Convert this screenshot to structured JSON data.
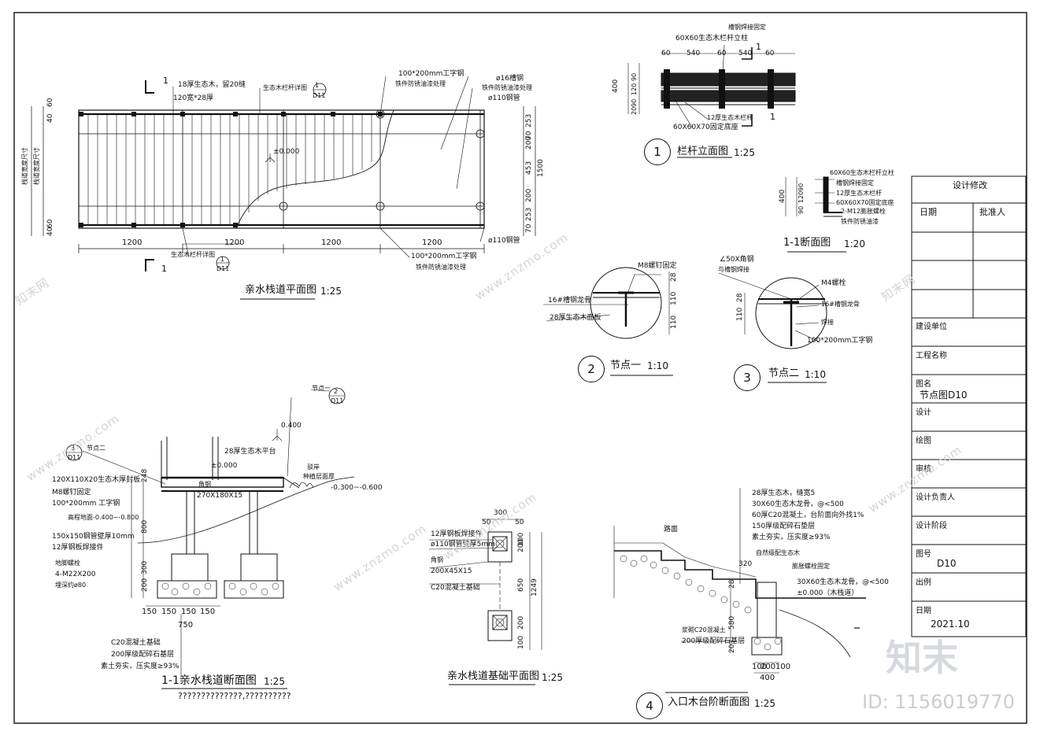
{
  "views": {
    "plan": {
      "title": "亲水栈道平面图",
      "scale": "1:25",
      "labels": {
        "deck": "18厚生态木，留20缝",
        "keel": "120宽*28厚",
        "rail_note": "生态木栏杆详图",
        "steel_beam": "100*200mm工字钢",
        "steel_beam_note": "铁件防锈油漆处理",
        "rebar": "ø16槽钢",
        "rebar_note": "铁件防锈油漆处理",
        "pipe_top": "ø110钢管",
        "pipe_bottom": "ø110钢管",
        "rail_note2": "生态木栏杆详图",
        "steel_beam2": "100*200mm工字钢",
        "steel_beam2_note": "铁件防锈油漆处理",
        "elev": "±0.000",
        "side_a": "栈道宽度尺寸",
        "side_b": "栈道宽度尺寸"
      },
      "dims_bottom": [
        "1200",
        "1200",
        "1200",
        "1200"
      ],
      "dims_left": [
        "60",
        "40",
        "40",
        "60"
      ],
      "dims_right": [
        "253",
        "70",
        "200",
        "453",
        "200",
        "253",
        "70"
      ],
      "dim_right_total": "1500",
      "section_mark": "1",
      "callout_sheet": "D11",
      "callout_num": "1"
    },
    "rail": {
      "num": "1",
      "title": "栏杆立面图",
      "scale": "1:25",
      "labels": {
        "top1": "槽钢焊接固定",
        "top2": "60X60生态木栏杆立柱",
        "bottom1": "12厚生态木栏杆",
        "bottom2": "60X60X70固定底座"
      },
      "dims_top": [
        "60",
        "540",
        "60",
        "540",
        "60"
      ],
      "dims_left": [
        "400",
        "90",
        "120",
        "90",
        "20"
      ],
      "section_mark": "1"
    },
    "sec11small": {
      "title": "1-1断面图",
      "scale": "1:20",
      "labels": [
        "60X60生态木栏杆立柱",
        "槽钢焊接固定",
        "12厚生态木栏杆",
        "60X60X70固定底座",
        "2-M12膨胀螺栓",
        "铁件防锈油漆"
      ],
      "dims": [
        "400",
        "90",
        "120",
        "90"
      ]
    },
    "node1": {
      "num": "2",
      "title": "节点一",
      "scale": "1:10",
      "labels": {
        "a": "M8螺钉固定",
        "b": "16#槽钢龙骨",
        "c": "28厚生态木面板"
      },
      "dims": [
        "28",
        "110",
        "110"
      ]
    },
    "node2": {
      "num": "3",
      "title": "节点二",
      "scale": "1:10",
      "labels": {
        "a": "∠50X角钢",
        "b": "与槽钢焊接",
        "c": "M4螺栓",
        "d": "16#槽钢龙骨",
        "e": "焊接",
        "f": "100*200mm工字钢"
      },
      "dims": [
        "28",
        "110"
      ]
    },
    "sec11": {
      "title": "1-1亲水栈道断面图",
      "scale": "1:25",
      "subtitle": "??????????????,??????????",
      "labels": {
        "node2": "节点二",
        "node1": "节点一",
        "bubble_num": "3",
        "bubble_sheet": "D11",
        "bubble2_num": "2",
        "bubble2_sheet": "D11",
        "l1": "120X110X20生态木厚封板",
        "l2": "M8螺钉固定",
        "l3": "100*200mm 工字钢",
        "l4": "高程地面-0.400~-0.800",
        "l5": "150x150钢管壁厚10mm",
        "l6": "12厚钢板焊接件",
        "l7": "地脚螺栓",
        "l8": "4-M22X200",
        "l9": "埋深约ø80",
        "l10": "28厚生态木平台",
        "l11": "±0.000",
        "l12": "角钢",
        "l13": "270X180X15",
        "l14": "驳岸",
        "l15": "种植层面厚",
        "l16": "-0.300~-0.600",
        "l17": "0.400",
        "l18": "C20混凝土基础",
        "l19": "200厚级配碎石基层",
        "l20": "素土夯实，压实度≥93%"
      },
      "dims_bottom": [
        "150",
        "150",
        "150",
        "150"
      ],
      "dim_750": "750",
      "dims_left": [
        "248",
        "800",
        "300",
        "200"
      ]
    },
    "foundation": {
      "title": "亲水栈道基础平面图",
      "scale": "1:25",
      "labels": {
        "a": "12厚钢板焊接件",
        "b": "ø110钢管壁厚5mm",
        "c": "角钢",
        "d": "200X45X15",
        "e": "C20混凝土基础"
      },
      "dims_top": [
        "300",
        "50",
        "50"
      ],
      "dims_right": [
        "200",
        "100",
        "650",
        "200",
        "100"
      ],
      "dim_total": "1249"
    },
    "stair": {
      "num": "4",
      "title": "入口木台阶断面图",
      "scale": "1:25",
      "labels": {
        "a": "28厚生态木，缝宽5",
        "b": "30X60生态木龙骨，@<500",
        "c": "60厚C20混凝土，台阶面向外找1%",
        "d": "150厚级配碎石垫层",
        "e": "素土夯实，压实度≥93%",
        "f": "自然级配生态木",
        "g": "膨胀螺栓固定",
        "h": "30X60生态木龙骨，@<500",
        "i": "±0.000（木栈道）",
        "j": "路面",
        "k": "浆砌C20混凝土",
        "l": "200厚级配碎石基层",
        "m": "320"
      },
      "dims_bottom": [
        "100",
        "200",
        "100"
      ],
      "dim_400": "400",
      "dims_left": [
        "28",
        "580",
        "20"
      ]
    }
  },
  "titleblock": {
    "header": "设计修改",
    "col_date": "日期",
    "col_approver": "批准人",
    "rows": [
      "建设单位",
      "工程名称",
      "图名",
      "设计",
      "绘图",
      "审核",
      "设计负责人",
      "设计阶段",
      "图号",
      "出例",
      "日期"
    ],
    "drawing_name": "节点图D10",
    "drawing_no": "D10",
    "date": "2021.10"
  },
  "branding": {
    "logo": "知末",
    "id_text": "ID: 1156019770",
    "watermark": "www.znzmo.com",
    "watermark_cn": "知末网"
  }
}
